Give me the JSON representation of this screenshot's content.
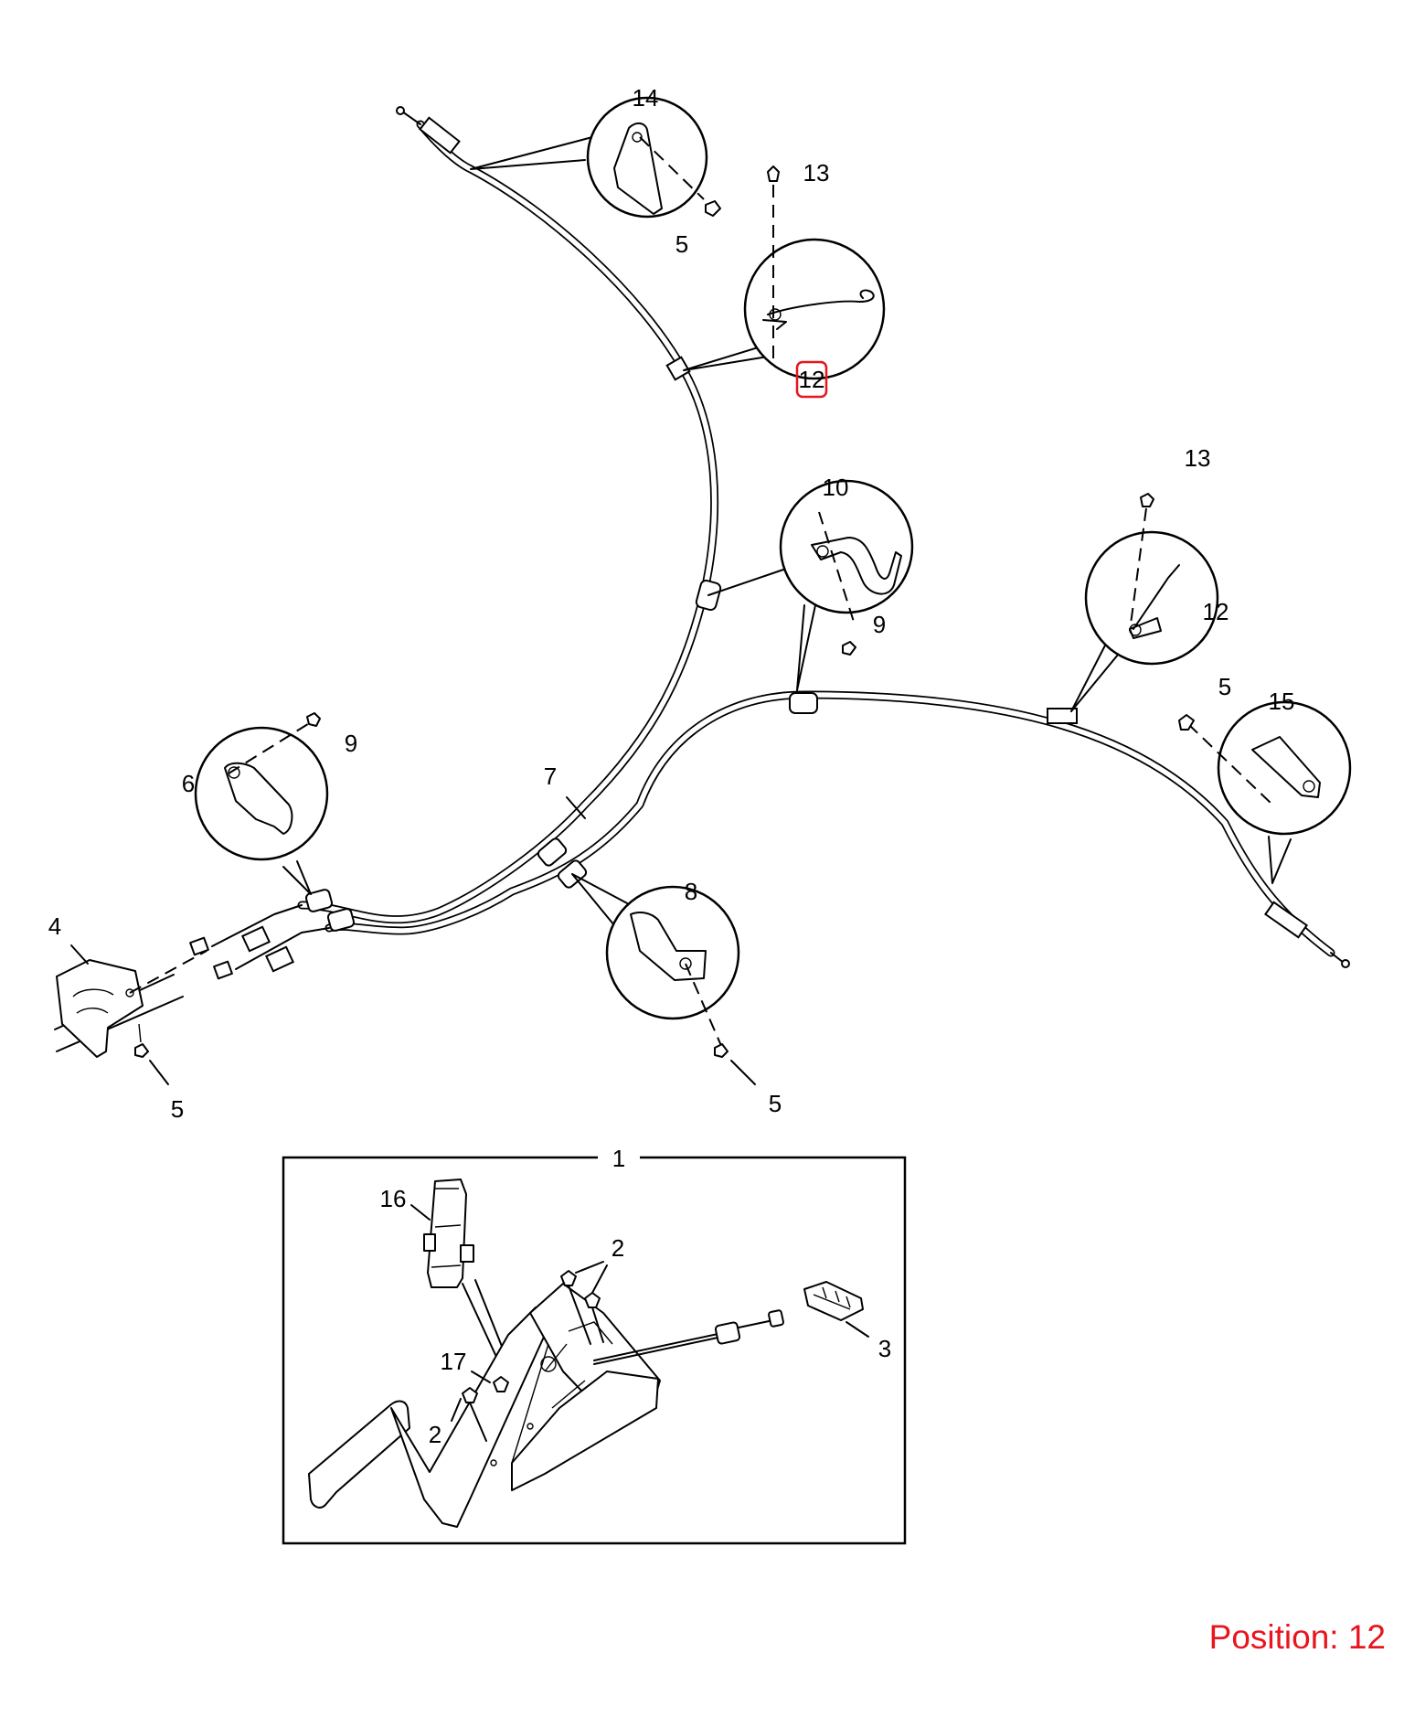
{
  "labels": {
    "p14": "14",
    "p13a": "13",
    "p5a": "5",
    "p12a": "12",
    "p10": "10",
    "p9a": "9",
    "p13b": "13",
    "p12b": "12",
    "p5b": "5",
    "p15": "15",
    "p9b": "9",
    "p6": "6",
    "p7": "7",
    "p8": "8",
    "p4": "4",
    "p5c": "5",
    "p5d": "5",
    "p1": "1",
    "p16": "16",
    "p2a": "2",
    "p3": "3",
    "p17": "17",
    "p2b": "2"
  },
  "selected_part": "12",
  "highlight_color": "#e8141e",
  "position_text": "Position: 12"
}
